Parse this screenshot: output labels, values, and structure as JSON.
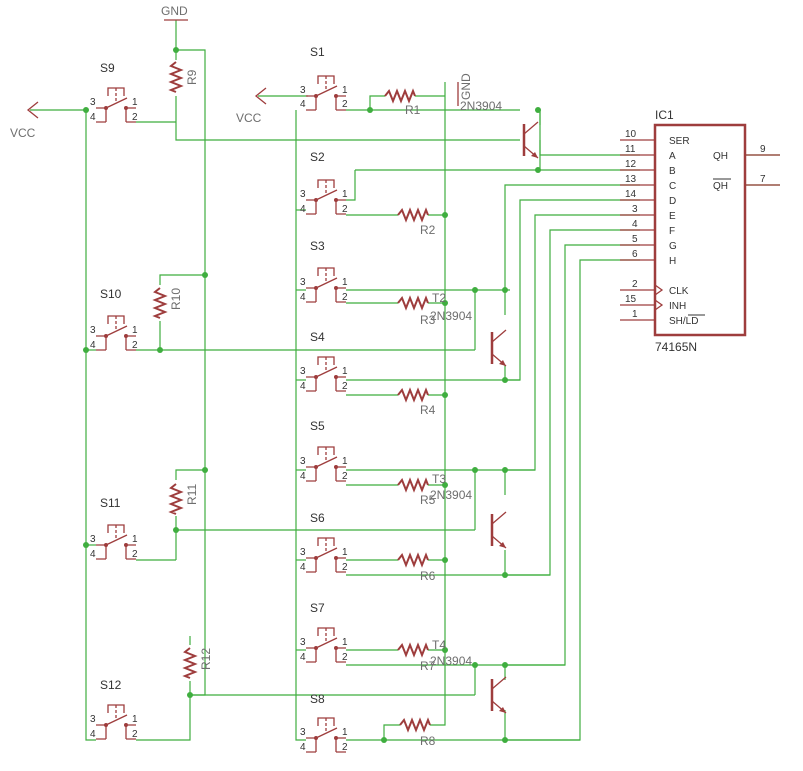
{
  "supply": {
    "gnd": "GND",
    "vcc_left": "VCC",
    "vcc_mid": "VCC"
  },
  "pin_numbers": {
    "p1": "1",
    "p2": "2",
    "p3": "3",
    "p4": "4"
  },
  "switches": [
    "S1",
    "S2",
    "S3",
    "S4",
    "S5",
    "S6",
    "S7",
    "S8",
    "S9",
    "S10",
    "S11",
    "S12"
  ],
  "resistors": [
    "R1",
    "R2",
    "R3",
    "R4",
    "R5",
    "R6",
    "R7",
    "R8",
    "R9",
    "R10",
    "R11",
    "R12"
  ],
  "transistors": {
    "names": [
      "T2",
      "T3",
      "T4"
    ],
    "part": "2N3904",
    "first_overlap": "2N3904",
    "gnd_overlap": "GND"
  },
  "ic": {
    "name": "IC1",
    "part": "74165N",
    "left_pins": [
      {
        "num": "10",
        "name": "SER"
      },
      {
        "num": "11",
        "name": "A"
      },
      {
        "num": "12",
        "name": "B"
      },
      {
        "num": "13",
        "name": "C"
      },
      {
        "num": "14",
        "name": "D"
      },
      {
        "num": "3",
        "name": "E"
      },
      {
        "num": "4",
        "name": "F"
      },
      {
        "num": "5",
        "name": "G"
      },
      {
        "num": "6",
        "name": "H"
      },
      {
        "num": "2",
        "name": "CLK"
      },
      {
        "num": "15",
        "name": "INH"
      },
      {
        "num": "1",
        "name": "SH/LD"
      }
    ],
    "right_pins": [
      {
        "num": "9",
        "name": "QH"
      },
      {
        "num": "7",
        "name": "QH"
      }
    ]
  }
}
